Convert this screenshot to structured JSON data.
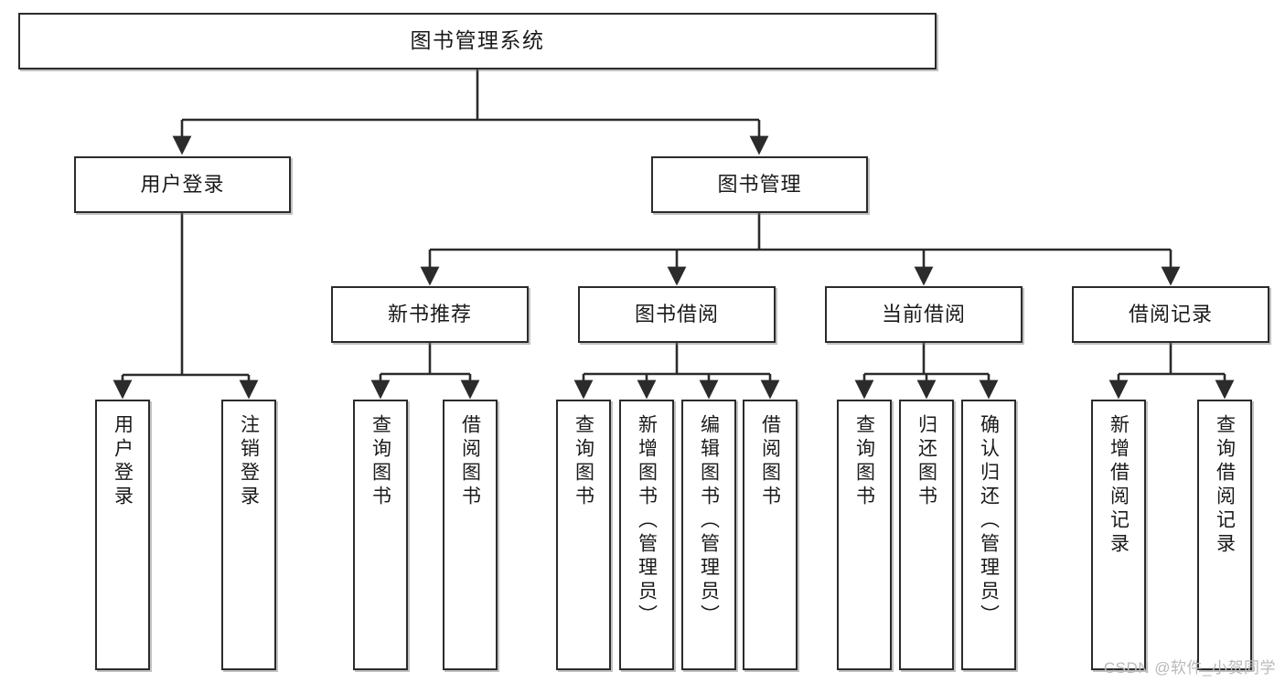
{
  "diagram": {
    "type": "hierarchy-tree",
    "title": "图书管理系统",
    "watermark": "CSDN @软件_小贺同学",
    "colors": {
      "box_border": "#2b2b2b",
      "box_fill": "#ffffff",
      "connector": "#2b2b2b",
      "text": "#1a1a1a",
      "watermark": "#b9b9b9"
    },
    "root": {
      "label": "图书管理系统"
    },
    "level2": [
      {
        "label": "用户登录"
      },
      {
        "label": "图书管理"
      }
    ],
    "level3": [
      {
        "label": "新书推荐"
      },
      {
        "label": "图书借阅"
      },
      {
        "label": "当前借阅"
      },
      {
        "label": "借阅记录"
      }
    ],
    "leaves": {
      "user_login": [
        {
          "label": "用户登录"
        },
        {
          "label": "注销登录"
        }
      ],
      "new_book_recommend": [
        {
          "label": "查询图书"
        },
        {
          "label": "借阅图书"
        }
      ],
      "book_borrow": [
        {
          "label": "查询图书"
        },
        {
          "label": "新增图书（管理员）"
        },
        {
          "label": "编辑图书（管理员）"
        },
        {
          "label": "借阅图书"
        }
      ],
      "current_borrow": [
        {
          "label": "查询图书"
        },
        {
          "label": "归还图书"
        },
        {
          "label": "确认归还（管理员）"
        }
      ],
      "borrow_record": [
        {
          "label": "新增借阅记录"
        },
        {
          "label": "查询借阅记录"
        }
      ]
    }
  }
}
